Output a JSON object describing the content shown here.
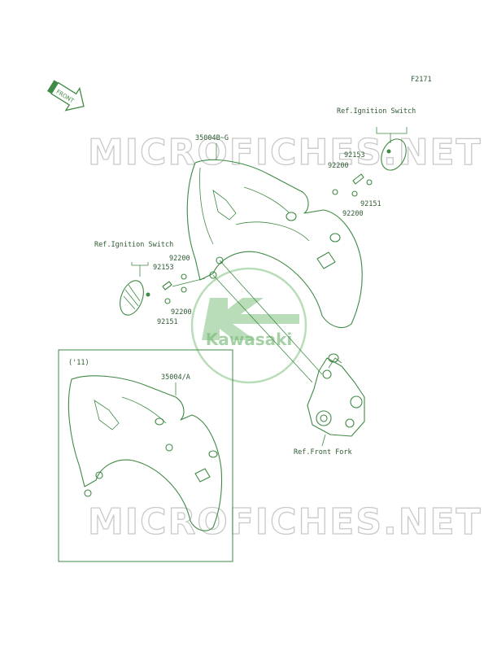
{
  "figure_code": "F2171",
  "front_marker": "FRONT",
  "watermark_top": "MICROFICHES.NET",
  "watermark_bottom": "MICROFICHES.NET",
  "logo_text": "Kawasaki",
  "colors": {
    "line": "#3f8a44",
    "watermark": "#c9c9c9",
    "logo": "#7fbf7f"
  },
  "callouts": {
    "main_fender": "35004B~G",
    "ref_ignition_right": "Ref.Ignition Switch",
    "ref_ignition_left": "Ref.Ignition Switch",
    "ref_front_fork": "Ref.Front Fork",
    "r_92153": "92153",
    "r_92200_a": "92200",
    "r_92151": "92151",
    "r_92200_b": "92200",
    "l_92200_a": "92200",
    "l_92153": "92153",
    "l_92200_b": "92200",
    "l_92151": "92151"
  },
  "inset": {
    "year_label": "('11)",
    "fender": "35004/A"
  }
}
